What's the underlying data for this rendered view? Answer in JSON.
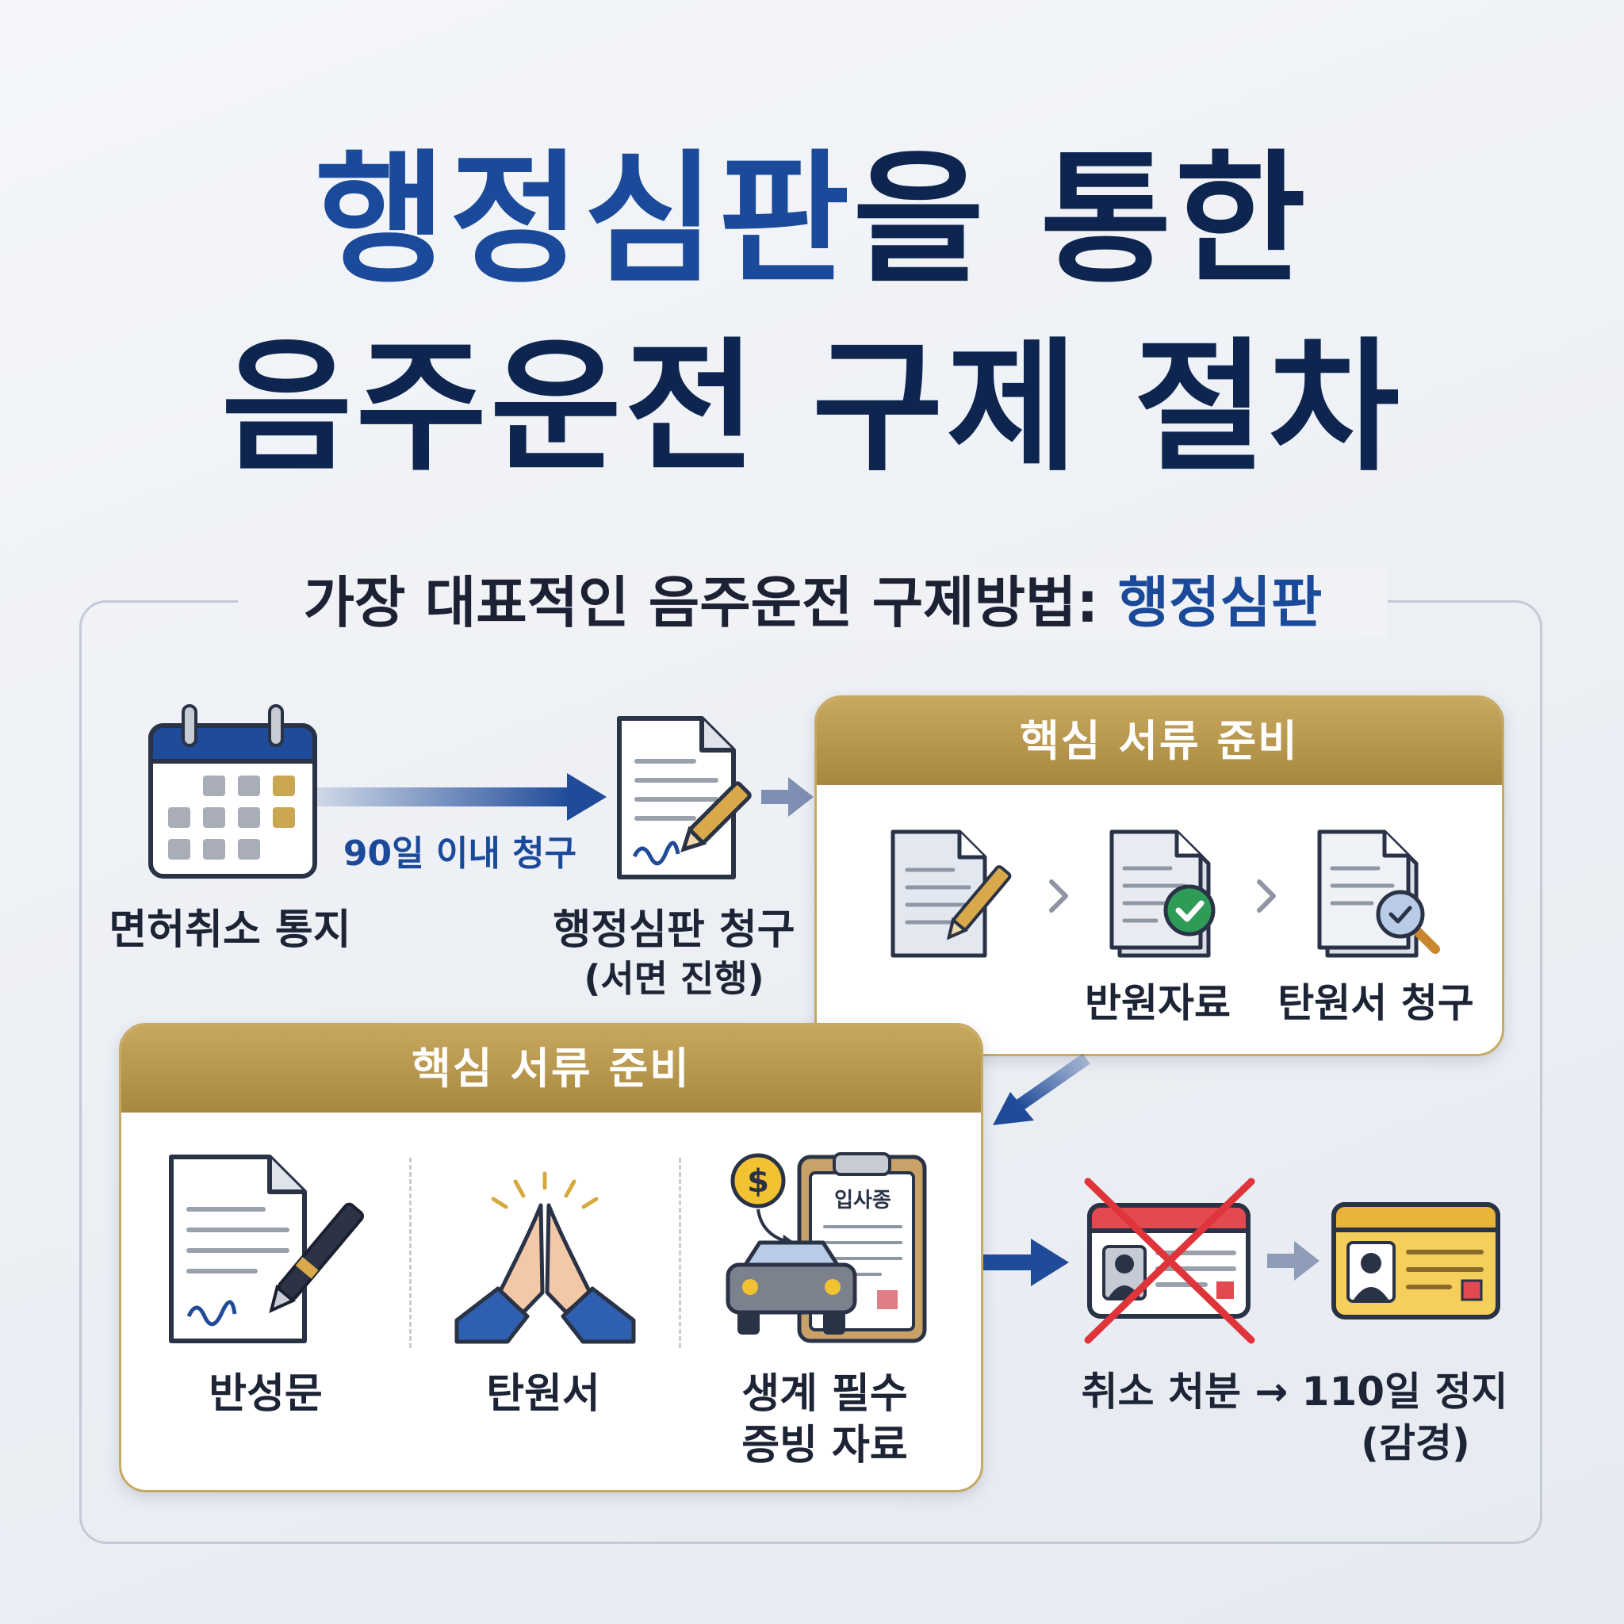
{
  "title": {
    "line1_highlight": "행정심판",
    "line1_rest": "을 통한",
    "line2": "음주운전 구제 절차"
  },
  "subtitle": {
    "text": "가장 대표적인 음주운전 구제방법: ",
    "highlight": "행정심판"
  },
  "flow": {
    "step1_label": "면허취소 통지",
    "arrow_label": "90일 이내 청구",
    "step2_label": "행정심판 청구",
    "step2_sub": "(서면 진행)"
  },
  "panel_top": {
    "header": "핵심 서류 준비",
    "items": [
      "반원자료",
      "탄원서 청구"
    ]
  },
  "panel_bottom": {
    "header": "핵심 서류 준비",
    "items": [
      "반성문",
      "탄원서"
    ],
    "item3_line1": "생계 필수",
    "item3_line2": "증빙 자료",
    "clipboard_text": "입사종"
  },
  "result": {
    "label": "취소 처분 → 110일 정지",
    "sub": "(감경)"
  },
  "colors": {
    "navy": "#0e2550",
    "accent_blue": "#1b4a9a",
    "gold": "#b8974d",
    "cross_red": "#e0343b"
  },
  "icons": [
    "calendar-icon",
    "document-pen-icon",
    "document-check-icon",
    "document-search-icon",
    "praying-hands-icon",
    "clipboard-car-icon",
    "cancelled-license-icon",
    "license-card-icon",
    "dollar-icon"
  ]
}
